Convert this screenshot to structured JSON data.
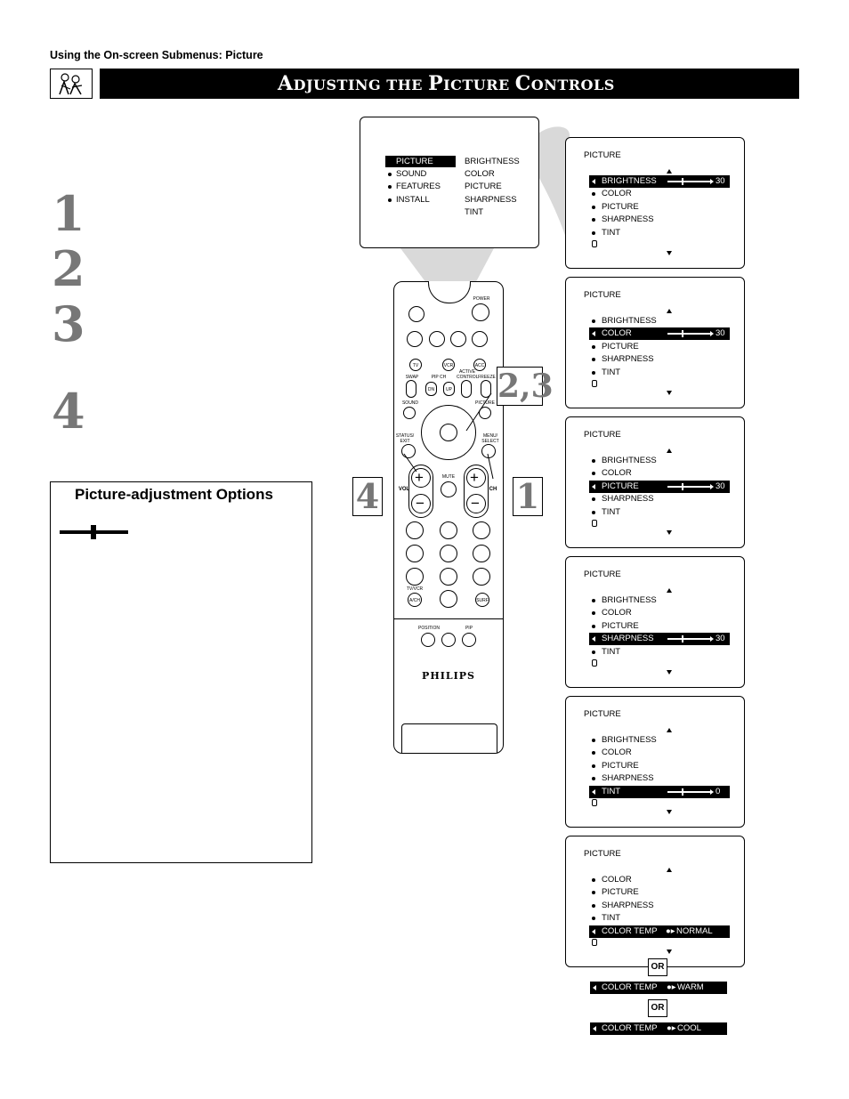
{
  "header": {
    "subtitle": "Using the On-screen Submenus: Picture",
    "title_a1": "A",
    "title_a2": "DJUSTING THE ",
    "title_b1": "P",
    "title_b2": "ICTURE ",
    "title_c1": "C",
    "title_c2": "ONTROLS"
  },
  "steps": [
    "1",
    "2",
    "3",
    "4"
  ],
  "options_box": {
    "title": "Picture-adjustment Options"
  },
  "main_menu": {
    "left_items": [
      "PICTURE",
      "SOUND",
      "FEATURES",
      "INSTALL"
    ],
    "right_items": [
      "BRIGHTNESS",
      "COLOR",
      "PICTURE",
      "SHARPNESS",
      "TINT"
    ]
  },
  "remote": {
    "power": "POWER",
    "tv": "TV",
    "vcr": "VCR",
    "acc": "ACC",
    "swap": "SWAP",
    "pip_ch": "PIP CH",
    "active_control": "ACTIVE CONTROL",
    "freeze": "FREEZE",
    "dn": "DN",
    "up": "UP",
    "sound": "SOUND",
    "picture": "PICTURE",
    "status_exit": "STATUS/ EXIT",
    "menu_select": "MENU/ SELECT",
    "mute": "MUTE",
    "vol": "VOL",
    "ch": "CH",
    "tv_vcr": "TV/VCR",
    "a_ch": "A/CH",
    "surf": "SURF",
    "position": "POSITION",
    "pip": "PIP",
    "brand": "PHILIPS"
  },
  "callouts": {
    "c23": "2,3",
    "c4": "4",
    "c1": "1"
  },
  "screens": [
    {
      "title": "PICTURE",
      "rows": [
        {
          "label": "BRIGHTNESS",
          "value": "30"
        },
        {
          "label": "COLOR",
          "value": ""
        },
        {
          "label": "PICTURE",
          "value": ""
        },
        {
          "label": "SHARPNESS",
          "value": ""
        },
        {
          "label": "TINT",
          "value": ""
        }
      ]
    },
    {
      "title": "PICTURE",
      "rows": [
        {
          "label": "BRIGHTNESS",
          "value": ""
        },
        {
          "label": "COLOR",
          "value": "30"
        },
        {
          "label": "PICTURE",
          "value": ""
        },
        {
          "label": "SHARPNESS",
          "value": ""
        },
        {
          "label": "TINT",
          "value": ""
        }
      ]
    },
    {
      "title": "PICTURE",
      "rows": [
        {
          "label": "BRIGHTNESS",
          "value": ""
        },
        {
          "label": "COLOR",
          "value": ""
        },
        {
          "label": "PICTURE",
          "value": "30"
        },
        {
          "label": "SHARPNESS",
          "value": ""
        },
        {
          "label": "TINT",
          "value": ""
        }
      ]
    },
    {
      "title": "PICTURE",
      "rows": [
        {
          "label": "BRIGHTNESS",
          "value": ""
        },
        {
          "label": "COLOR",
          "value": ""
        },
        {
          "label": "PICTURE",
          "value": ""
        },
        {
          "label": "SHARPNESS",
          "value": "30"
        },
        {
          "label": "TINT",
          "value": ""
        }
      ]
    },
    {
      "title": "PICTURE",
      "rows": [
        {
          "label": "BRIGHTNESS",
          "value": ""
        },
        {
          "label": "COLOR",
          "value": ""
        },
        {
          "label": "PICTURE",
          "value": ""
        },
        {
          "label": "SHARPNESS",
          "value": ""
        },
        {
          "label": "TINT",
          "value": "0"
        }
      ]
    },
    {
      "title": "PICTURE",
      "rows": [
        {
          "label": "COLOR",
          "value": ""
        },
        {
          "label": "PICTURE",
          "value": ""
        },
        {
          "label": "SHARPNESS",
          "value": ""
        },
        {
          "label": "TINT",
          "value": ""
        },
        {
          "label": "COLOR  TEMP",
          "value": "NORMAL"
        }
      ]
    }
  ],
  "or_label": "OR",
  "color_temp_alternatives": [
    {
      "label": "COLOR  TEMP",
      "value": "WARM"
    },
    {
      "label": "COLOR  TEMP",
      "value": "COOL"
    }
  ]
}
